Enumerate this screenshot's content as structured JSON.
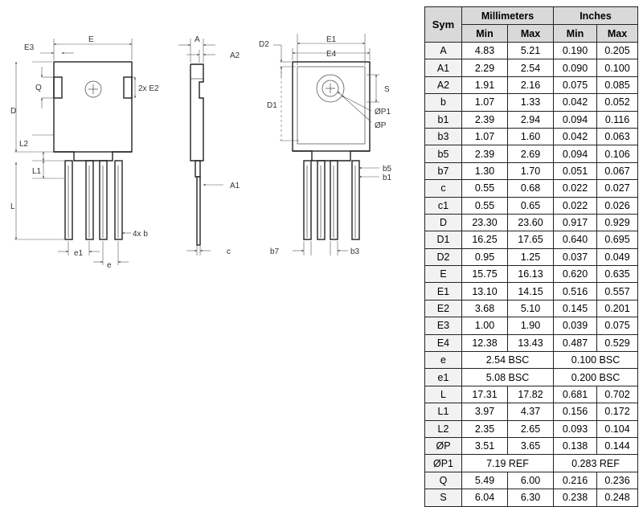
{
  "drawing": {
    "labels": {
      "E": "E",
      "E3": "E3",
      "Q": "Q",
      "D": "D",
      "E2": "2x E2",
      "L2": "L2",
      "L1": "L1",
      "L": "L",
      "b": "4x b",
      "e1": "e1",
      "e": "e",
      "A": "A",
      "A2": "A2",
      "A1": "A1",
      "c": "c",
      "D2": "D2",
      "E1": "E1",
      "E4": "E4",
      "D1": "D1",
      "S": "S",
      "P1": "ØP1",
      "P": "ØP",
      "b5": "b5",
      "b1": "b1",
      "b7": "b7",
      "b3": "b3"
    }
  },
  "table": {
    "header": {
      "sym": "Sym",
      "mm": "Millimeters",
      "in": "Inches",
      "min": "Min",
      "max": "Max"
    },
    "rows": [
      [
        "A",
        "4.83",
        "5.21",
        "0.190",
        "0.205"
      ],
      [
        "A1",
        "2.29",
        "2.54",
        "0.090",
        "0.100"
      ],
      [
        "A2",
        "1.91",
        "2.16",
        "0.075",
        "0.085"
      ],
      [
        "b",
        "1.07",
        "1.33",
        "0.042",
        "0.052"
      ],
      [
        "b1",
        "2.39",
        "2.94",
        "0.094",
        "0.116"
      ],
      [
        "b3",
        "1.07",
        "1.60",
        "0.042",
        "0.063"
      ],
      [
        "b5",
        "2.39",
        "2.69",
        "0.094",
        "0.106"
      ],
      [
        "b7",
        "1.30",
        "1.70",
        "0.051",
        "0.067"
      ],
      [
        "c",
        "0.55",
        "0.68",
        "0.022",
        "0.027"
      ],
      [
        "c1",
        "0.55",
        "0.65",
        "0.022",
        "0.026"
      ],
      [
        "D",
        "23.30",
        "23.60",
        "0.917",
        "0.929"
      ],
      [
        "D1",
        "16.25",
        "17.65",
        "0.640",
        "0.695"
      ],
      [
        "D2",
        "0.95",
        "1.25",
        "0.037",
        "0.049"
      ],
      [
        "E",
        "15.75",
        "16.13",
        "0.620",
        "0.635"
      ],
      [
        "E1",
        "13.10",
        "14.15",
        "0.516",
        "0.557"
      ],
      [
        "E2",
        "3.68",
        "5.10",
        "0.145",
        "0.201"
      ],
      [
        "E3",
        "1.00",
        "1.90",
        "0.039",
        "0.075"
      ],
      [
        "E4",
        "12.38",
        "13.43",
        "0.487",
        "0.529"
      ],
      [
        "e",
        "2.54 BSC",
        "0.100 BSC"
      ],
      [
        "e1",
        "5.08 BSC",
        "0.200 BSC"
      ],
      [
        "L",
        "17.31",
        "17.82",
        "0.681",
        "0.702"
      ],
      [
        "L1",
        "3.97",
        "4.37",
        "0.156",
        "0.172"
      ],
      [
        "L2",
        "2.35",
        "2.65",
        "0.093",
        "0.104"
      ],
      [
        "ØP",
        "3.51",
        "3.65",
        "0.138",
        "0.144"
      ],
      [
        "ØP1",
        "7.19 REF",
        "0.283 REF"
      ],
      [
        "Q",
        "5.49",
        "6.00",
        "0.216",
        "0.236"
      ],
      [
        "S",
        "6.04",
        "6.30",
        "0.238",
        "0.248"
      ]
    ]
  }
}
